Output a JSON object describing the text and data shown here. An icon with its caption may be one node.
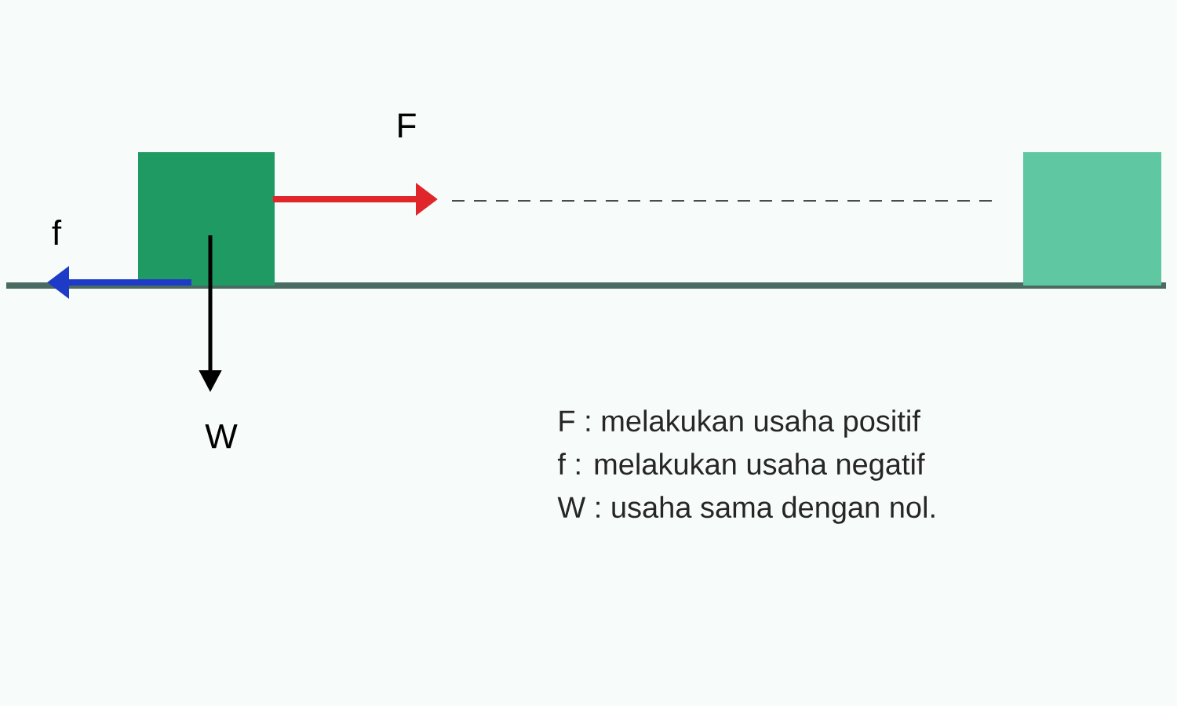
{
  "diagram": {
    "nodes": [
      {
        "text": [],
        "shape": "box"
      },
      {
        "text": [],
        "shape": "box"
      }
    ],
    "labels": [
      "F",
      "f",
      "W",
      "F : melakukan usaha positif",
      "f : melakukan usaha negatif",
      "W : usaha sama dengan nol."
    ]
  }
}
